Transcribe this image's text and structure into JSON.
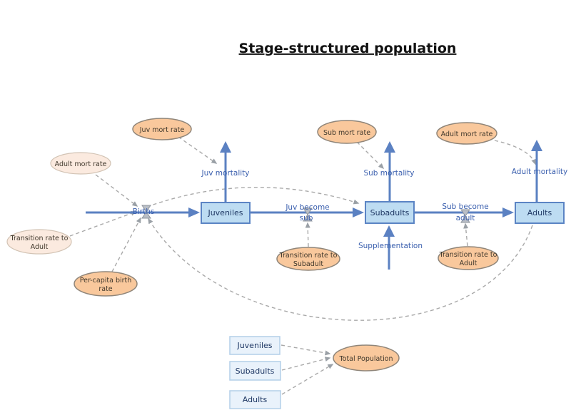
{
  "title": "Stage-structured population",
  "stocks": {
    "juveniles": "Juveniles",
    "subadults": "Subadults",
    "adults": "Adults"
  },
  "flows": {
    "births": "Births",
    "juv_mortality": "Juv mortality",
    "sub_mortality": "Sub mortality",
    "adult_mortality": "Adult mortality",
    "supplementation": "Supplementation",
    "juv_become_sub": [
      "Juv become",
      "sub"
    ],
    "sub_become_adult": [
      "Sub become",
      "adult"
    ]
  },
  "converters": {
    "juv_mort_rate": "Juv mort rate",
    "sub_mort_rate": "Sub mort rate",
    "adult_mort_rate": "Adult mort rate",
    "per_capita_birth_rate": [
      "Per-capita birth",
      "rate"
    ],
    "transition_rate_to_subadult": [
      "Transition rate to",
      "Subadult"
    ],
    "transition_rate_to_adult": [
      "Transition rate to",
      "Adult"
    ],
    "total_population": "Total Population"
  },
  "ghosts": {
    "adult_mort_rate": "Adult mort rate",
    "transition_rate_to_adult": [
      "Transition rate to",
      "Adult"
    ],
    "stocks": {
      "juveniles": "Juveniles",
      "subadults": "Subadults",
      "adults": "Adults"
    }
  },
  "colors": {
    "flow_blue": "#5b81c2",
    "stock_fill": "#bddcf2",
    "stock_border": "#5b84c4",
    "stock_text": "#1f3864",
    "flow_label_blue": "#3a5fae",
    "converter_fill": "#f9c89c",
    "converter_border": "#8f8579",
    "ghost_converter_fill": "#fbeadf",
    "ghost_stock_fill": "#e9f2fb",
    "link_gray": "#a9a9a9",
    "title_color": "#111111"
  }
}
